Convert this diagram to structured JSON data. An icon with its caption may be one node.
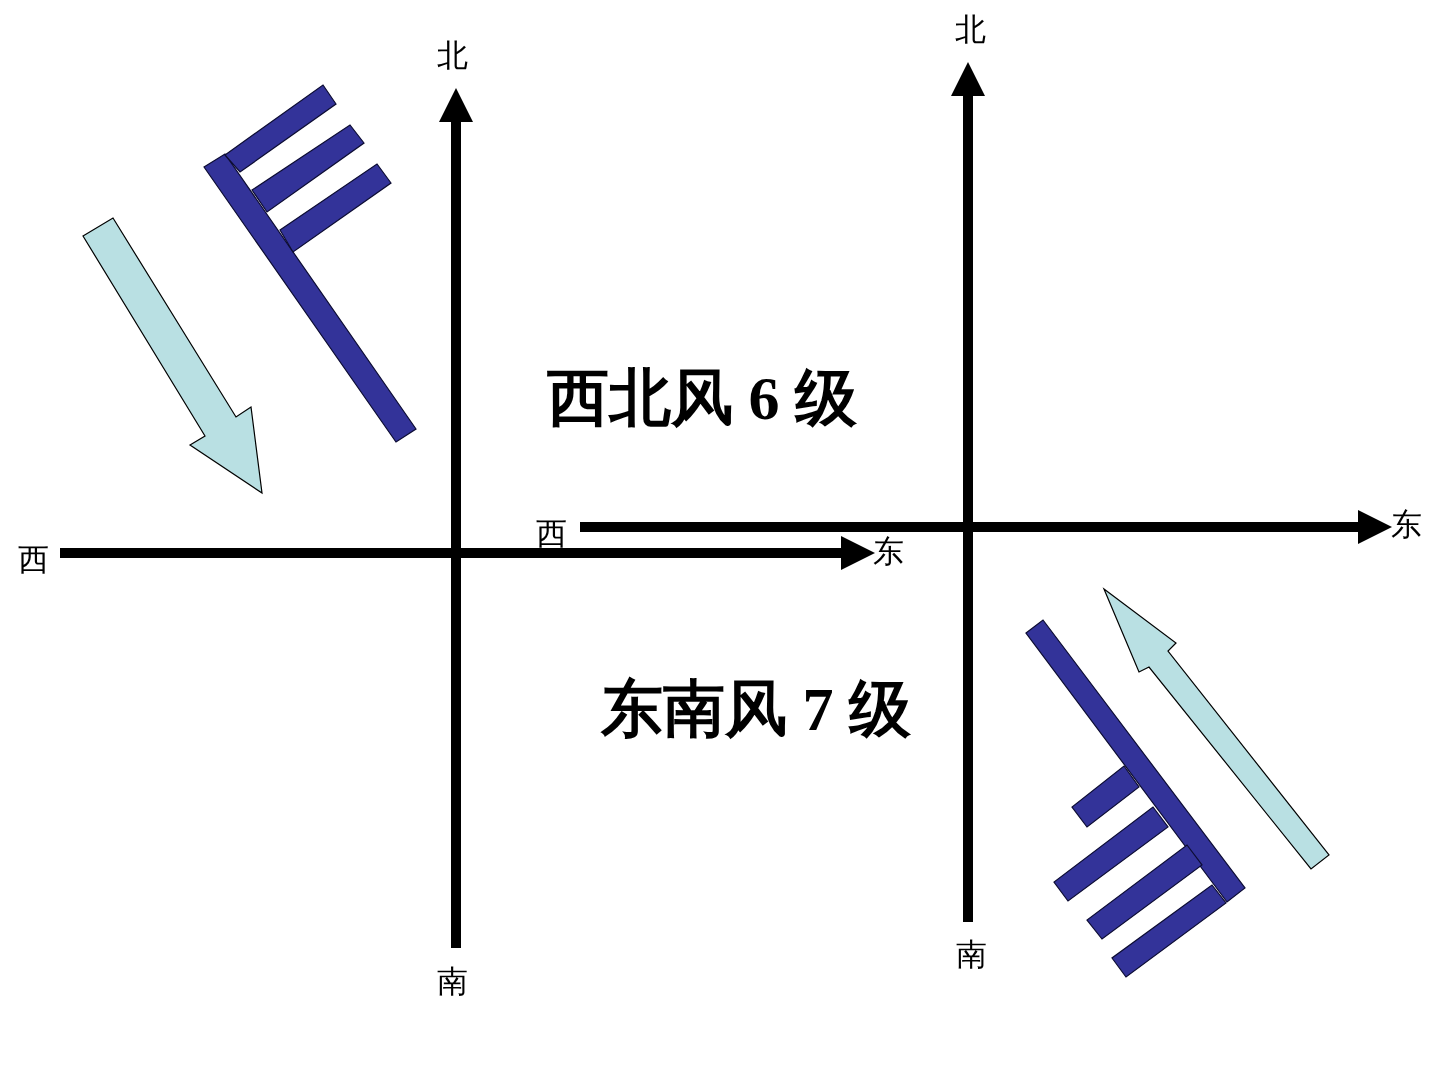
{
  "diagram": {
    "labels": [
      "北",
      "北",
      "西北风 6 级",
      "东",
      "西",
      "西",
      "东",
      "东南风 7 级",
      "南",
      "南"
    ]
  }
}
